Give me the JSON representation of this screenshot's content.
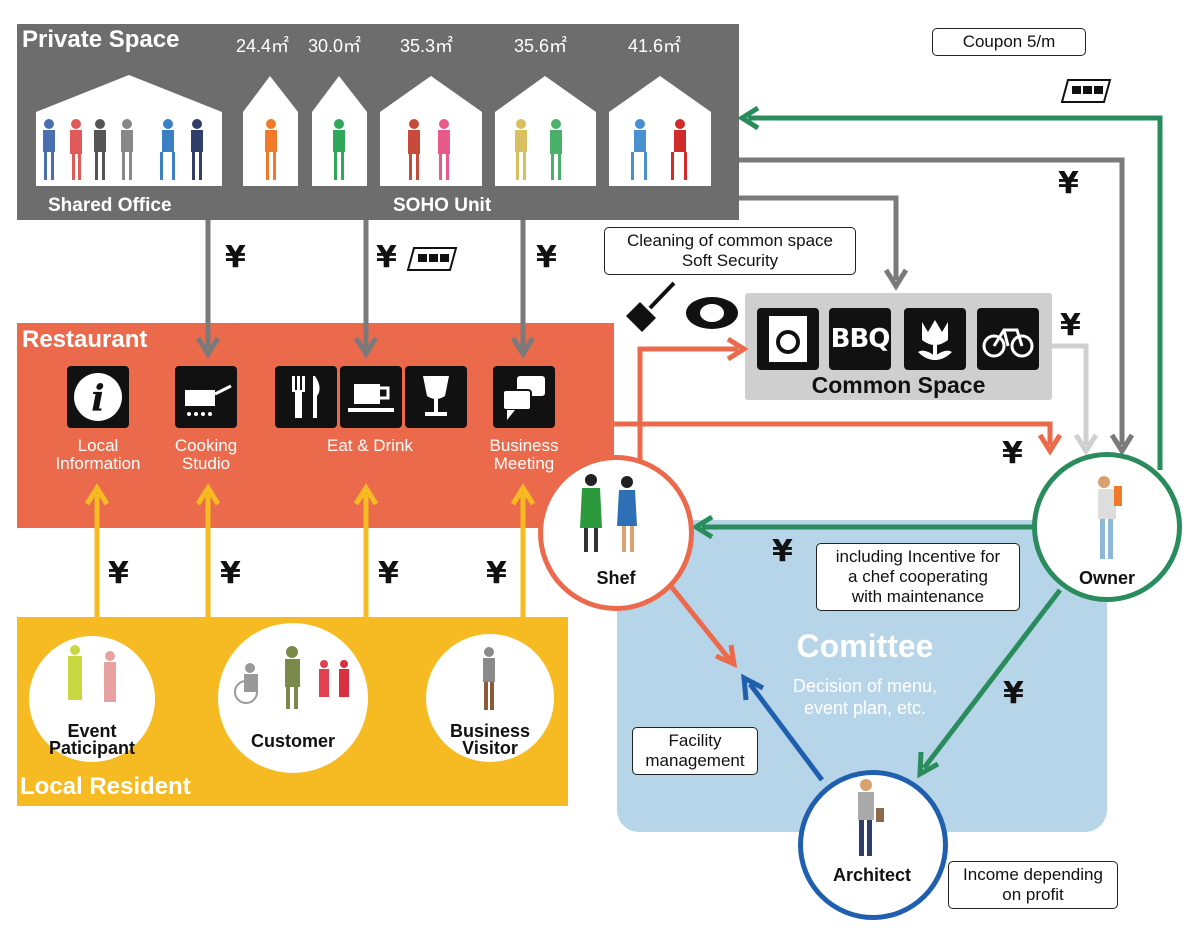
{
  "private_space": {
    "title": "Private Space",
    "areas": [
      "24.4㎡",
      "30.0㎡",
      "35.3㎡",
      "35.6㎡",
      "41.6㎡"
    ],
    "shared_office_label": "Shared Office",
    "soho_label": "SOHO Unit"
  },
  "coupon": {
    "label": "Coupon 5/m"
  },
  "cleaning": {
    "line1": "Cleaning of common space",
    "line2": "Soft Security"
  },
  "common_space": {
    "title": "Common Space",
    "bbq_label": "BBQ"
  },
  "restaurant": {
    "title": "Restaurant",
    "local_info": {
      "line1": "Local",
      "line2": "Information"
    },
    "cooking": {
      "line1": "Cooking",
      "line2": "Studio"
    },
    "eat_drink": "Eat & Drink",
    "business": {
      "line1": "Business",
      "line2": "Meeting"
    }
  },
  "local_resident": {
    "title": "Local Resident",
    "event": {
      "line1": "Event",
      "line2": "Paticipant"
    },
    "customer": "Customer",
    "visitor": {
      "line1": "Business",
      "line2": "Visitor"
    }
  },
  "shef": "Shef",
  "owner": "Owner",
  "architect": "Architect",
  "committee": {
    "title": "Comittee",
    "line1": "Decision of menu,",
    "line2": "event plan, etc."
  },
  "incentive": {
    "line1": "including Incentive for",
    "line2": "a chef cooperating",
    "line3": "with maintenance"
  },
  "facility": {
    "line1": "Facility",
    "line2": "management"
  },
  "income": {
    "line1": "Income depending",
    "line2": "on profit"
  },
  "yen_symbol": "¥",
  "colors": {
    "private_gray": "#6d6d6d",
    "restaurant_orange": "#ec6a4c",
    "resident_yellow": "#f6bb22",
    "common_gray": "#cfcfcf",
    "committee_blue": "#b7d5e8",
    "owner_green": "#2a8c5c",
    "architect_blue": "#1f5fad"
  }
}
